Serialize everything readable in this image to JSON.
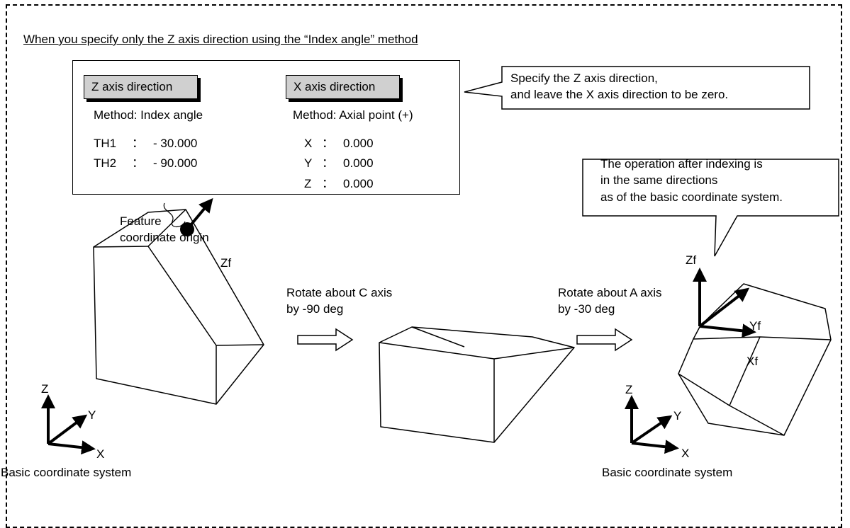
{
  "title": "When you specify only the Z axis direction using the “Index angle” method",
  "panel": {
    "z": {
      "header": "Z axis direction",
      "method": "Method: Index angle",
      "rows": [
        {
          "label": "TH1",
          "sep": "：",
          "value": "- 30.000"
        },
        {
          "label": "TH2",
          "sep": "：",
          "value": "- 90.000"
        }
      ]
    },
    "x": {
      "header": "X axis direction",
      "method": "Method: Axial point (+)",
      "rows": [
        {
          "label": "X",
          "sep": "：",
          "value": "0.000"
        },
        {
          "label": "Y",
          "sep": "：",
          "value": "0.000"
        },
        {
          "label": "Z",
          "sep": "：",
          "value": "0.000"
        }
      ]
    }
  },
  "callout1": {
    "line1": "Specify the Z axis direction,",
    "line2": "and leave the X axis direction to be zero."
  },
  "callout2": {
    "line1": "The operation after indexing is",
    "line2": "in the same directions",
    "line3": "as of the basic coordinate system."
  },
  "feature_origin": {
    "line1": "Feature",
    "line2": "coordinate origin"
  },
  "step1": {
    "line1": "Rotate about C axis",
    "line2": "by -90 deg"
  },
  "step2": {
    "line1": "Rotate about A axis",
    "line2": "by -30 deg"
  },
  "axes": {
    "zf": "Zf",
    "yf": "Yf",
    "xf": "Xf",
    "x": "X",
    "y": "Y",
    "z": "Z"
  },
  "basic_coordinate_system": "Basic coordinate system"
}
